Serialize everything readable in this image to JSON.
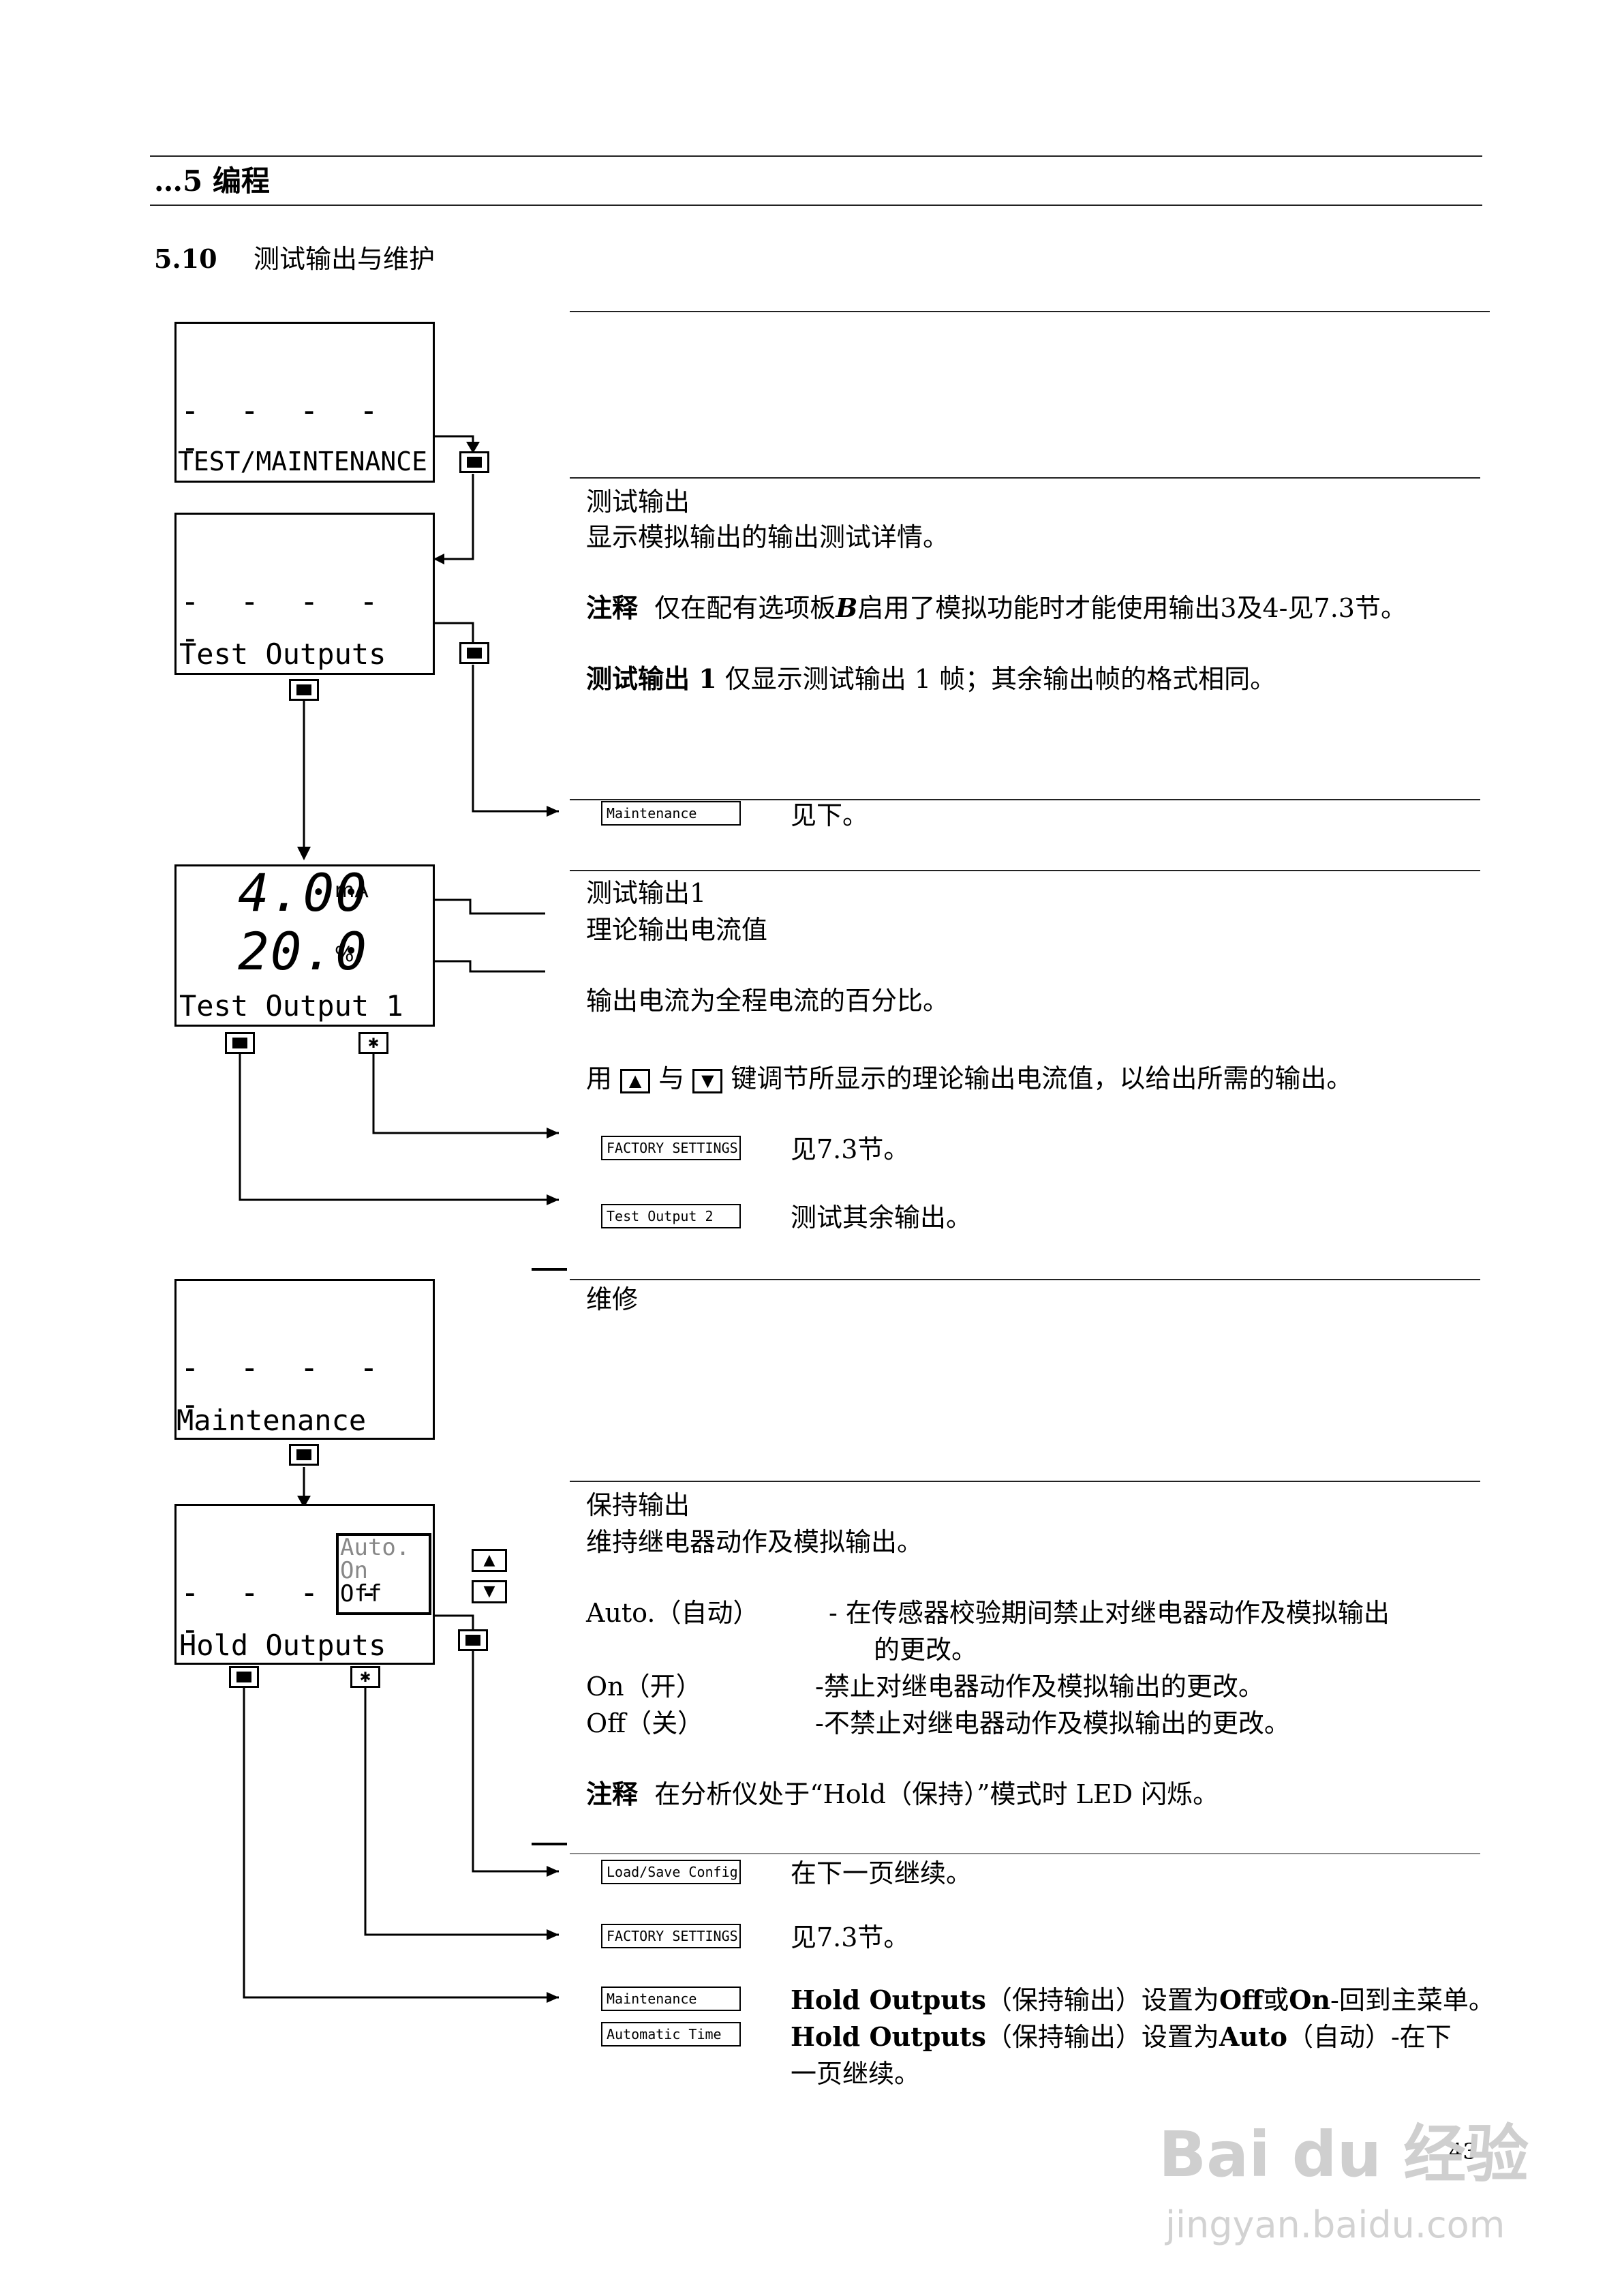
{
  "header": {
    "chapter": "…5 编程"
  },
  "section": {
    "number": "5.10",
    "title": "测试输出与维护"
  },
  "lcd": {
    "test_maintenance": {
      "dashes": "- - - - -",
      "label": "TEST/MAINTENANCE"
    },
    "test_outputs": {
      "dashes": "- - - - -",
      "label": "Test Outputs"
    },
    "test_output_1": {
      "value1": "4.00",
      "unit1": "mA",
      "value2": "20.0",
      "unit2": "%",
      "label": "Test Output 1"
    },
    "maintenance": {
      "dashes": "- - - - -",
      "label": "Maintenance"
    },
    "hold_outputs": {
      "dashes": "- - - - -",
      "label": "Hold Outputs",
      "options": [
        "Auto.",
        "On",
        "Off"
      ]
    }
  },
  "blocks": {
    "test_outputs": {
      "title": "测试输出",
      "line1": "显示模拟输出的输出测试详情。",
      "note_label": "注释",
      "note_text": "仅在配有选项板",
      "note_b": "B",
      "note_rest": "启用了模拟功能时才能使用输出3及4-见7.3节。",
      "line3_bold": "测试输出 1",
      "line3_rest": "仅显示测试输出 1 帧；其余输出帧的格式相同。"
    },
    "maintenance_link": {
      "menu": "Maintenance",
      "text": "见下。"
    },
    "test_output_1": {
      "title": "测试输出1",
      "line1": "理论输出电流值",
      "line2": "输出电流为全程电流的百分比。",
      "line3_a": "用",
      "line3_b": "与",
      "line3_c": "键调节所显示的理论输出电流值，以给出所需的输出。",
      "link1_menu": "FACTORY SETTINGS",
      "link1_text": "见7.3节。",
      "link2_menu": "Test Output 2",
      "link2_text": "测试其余输出。"
    },
    "maintenance": {
      "title": "维修"
    },
    "hold_outputs": {
      "title": "保持输出",
      "line1": "维持继电器动作及模拟输出。",
      "auto_label": "Auto.（自动）",
      "auto_text": "-  在传感器校验期间禁止对继电器动作及模拟输出",
      "auto_text2": "的更改。",
      "on_label": "On（开）",
      "on_text": "-禁止对继电器动作及模拟输出的更改。",
      "off_label": "Off（关）",
      "off_text": "-不禁止对继电器动作及模拟输出的更改。",
      "note_label": "注释",
      "note_text": "在分析仪处于“Hold（保持）”模式时 LED 闪烁。",
      "link1_menu": "Load/Save Config",
      "link1_text": "在下一页继续。",
      "link2_menu": "FACTORY SETTINGS",
      "link2_text": "见7.3节。",
      "link3_menu_a": "Maintenance",
      "link3_menu_b": "Automatic Time",
      "link3_line1_a": "Hold Outputs",
      "link3_line1_b": "（保持输出）设置为",
      "link3_line1_c": "Off",
      "link3_line1_d": "或",
      "link3_line1_e": "On",
      "link3_line1_f": "-回到主菜单。",
      "link3_line2_a": "Hold  Outputs",
      "link3_line2_b": "（保持输出）设置为",
      "link3_line2_c": "Auto",
      "link3_line2_d": "（自动）-在下",
      "link3_line3": "一页继续。"
    }
  },
  "footer": {
    "page_number": "43"
  },
  "watermark": {
    "brand": "Bai du 经验",
    "url": "jingyan.baidu.com"
  }
}
